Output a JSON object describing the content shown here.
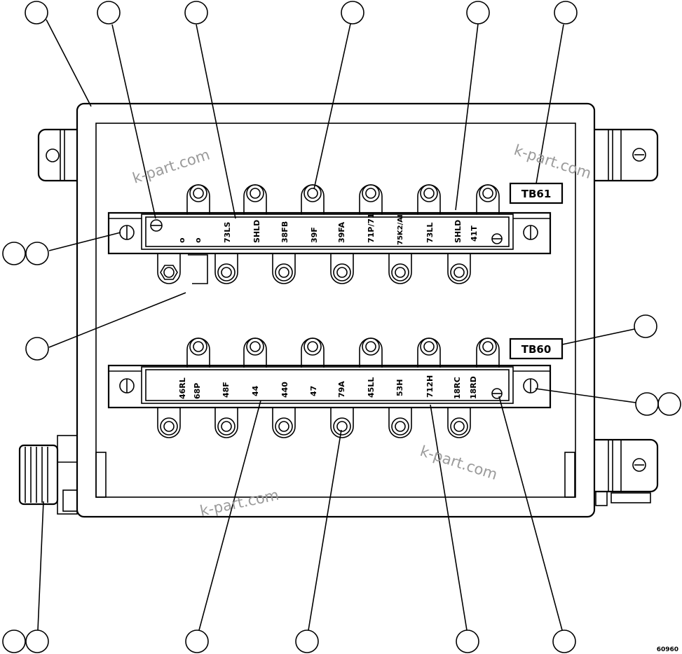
{
  "watermarks": [
    "k-part.com",
    "k-part.com",
    "k-part.com",
    "k-part.com"
  ],
  "tb61": {
    "label": "TB61",
    "top_marks": [
      "o",
      "o"
    ],
    "terminals": [
      "73LS",
      "SHLD",
      "38FB",
      "39F",
      "39FA",
      "71P/71",
      "75K2/AI",
      "73LL",
      "SHLD",
      "41T"
    ]
  },
  "tb60": {
    "label": "TB60",
    "terminals": [
      "46RL",
      "68P",
      "48F",
      "44",
      "440",
      "47",
      "79A",
      "45LL",
      "53H",
      "712H",
      "18RC",
      "18RD"
    ]
  },
  "figure_number": "60960"
}
